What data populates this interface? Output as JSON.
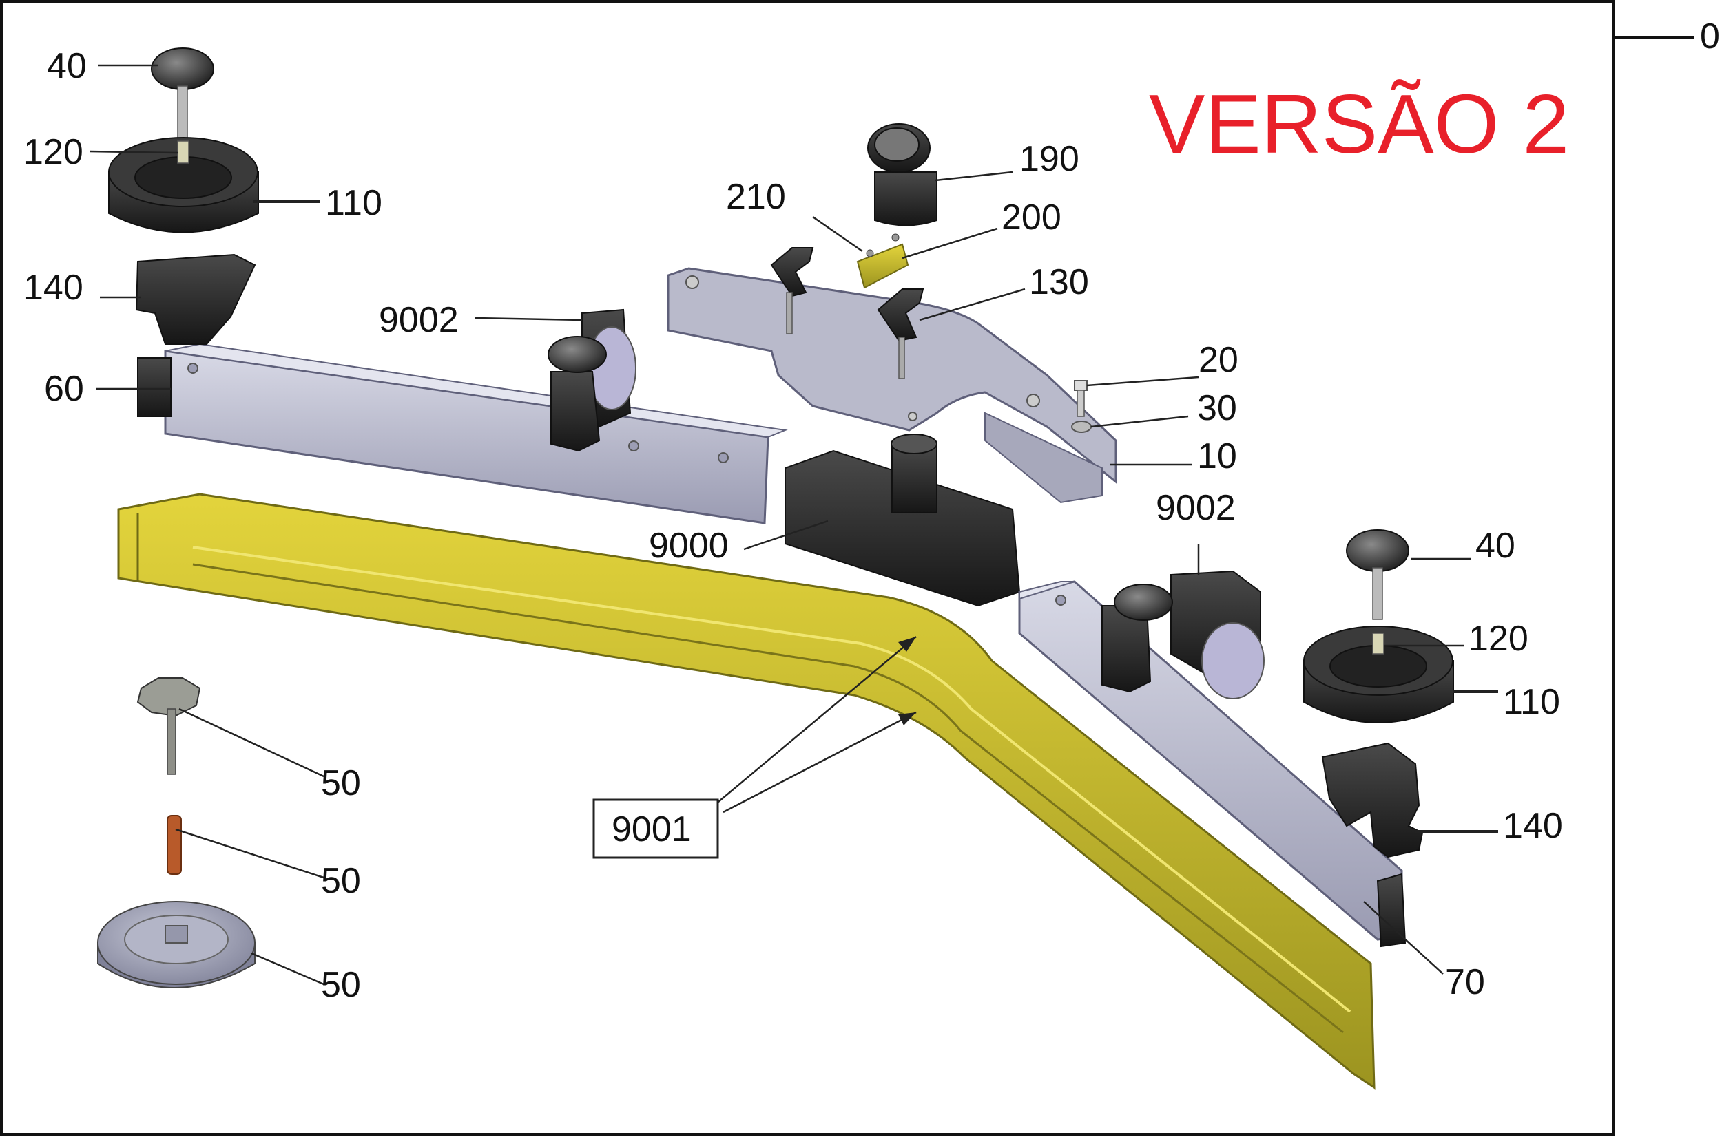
{
  "title": "VERSÃO 2",
  "edge_label": "0",
  "labels": {
    "l40a": "40",
    "l120a": "120",
    "l110a": "110",
    "l140a": "140",
    "l60": "60",
    "l9002a": "9002",
    "l210": "210",
    "l190": "190",
    "l200": "200",
    "l130": "130",
    "l20": "20",
    "l30": "30",
    "l10": "10",
    "l9002b": "9002",
    "l9000": "9000",
    "l40b": "40",
    "l120b": "120",
    "l110b": "110",
    "l140b": "140",
    "l50a": "50",
    "l50b": "50",
    "l50c": "50",
    "l9001": "9001",
    "l70": "70"
  },
  "colors": {
    "title": "#e8202a",
    "squeegee": "#c9bc2a",
    "rail": "#b7b8cc",
    "black_parts": "#2a2a2a",
    "orange_pin": "#b85a2a",
    "wheel": "#9ea0b4"
  }
}
